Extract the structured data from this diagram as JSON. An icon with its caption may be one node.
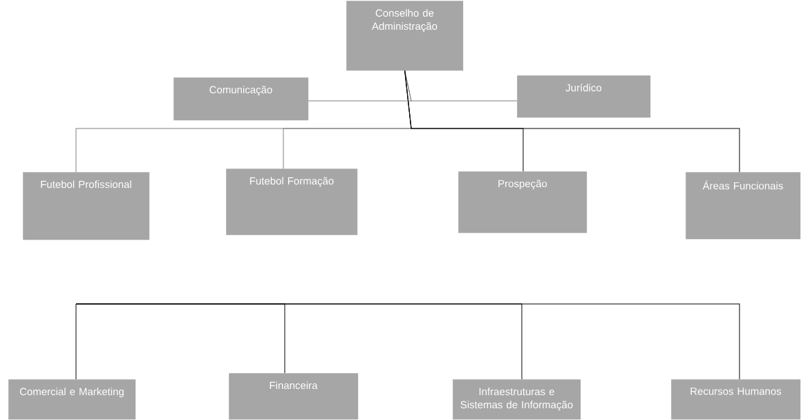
{
  "diagram": {
    "nodes": [
      {
        "text": [
          "Conselho de Administração"
        ]
      },
      {
        "text": [
          "Comunicação"
        ]
      },
      {
        "text": [
          "Jurídico"
        ]
      },
      {
        "text": [
          "Futebol Profissional"
        ]
      },
      {
        "text": [
          "Futebol Formação"
        ]
      },
      {
        "text": [
          "Prospeção"
        ]
      },
      {
        "text": [
          "Áreas Funcionais"
        ]
      },
      {
        "text": [
          "Comercial e Marketing"
        ]
      },
      {
        "text": [
          "Financeira"
        ]
      },
      {
        "text": [
          "Infraestruturas e Sistemas de Informação"
        ]
      },
      {
        "text": [
          "Recursos Humanos"
        ]
      }
    ],
    "edges": [
      {
        "from": 0,
        "to": 1,
        "arrow": "none",
        "color": "#7f7f7f"
      },
      {
        "from": 0,
        "to": 2,
        "arrow": "none",
        "color": "#7f7f7f"
      },
      {
        "from": 0,
        "to": 3,
        "arrow": "none",
        "color": "#7f7f7f"
      },
      {
        "from": 0,
        "to": 4,
        "arrow": "none",
        "color": "#7f7f7f"
      },
      {
        "from": 0,
        "to": 5,
        "arrow": "none"
      },
      {
        "from": 0,
        "to": 6,
        "arrow": "none"
      },
      {
        "from": null,
        "to": 7,
        "arrow": "none"
      },
      {
        "from": null,
        "to": 8,
        "arrow": "none"
      },
      {
        "from": null,
        "to": 9,
        "arrow": "none"
      },
      {
        "from": null,
        "to": 10,
        "arrow": "none"
      }
    ]
  }
}
